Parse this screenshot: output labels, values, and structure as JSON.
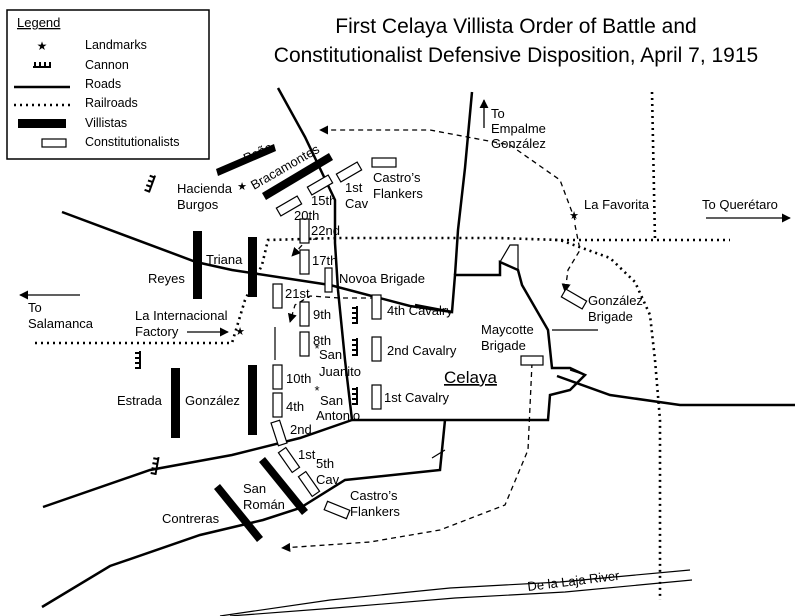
{
  "title": {
    "line1": "First Celaya Villista Order of Battle and",
    "line2": "Constitutionalist Defensive Disposition, April 7, 1915"
  },
  "legend": {
    "heading": "Legend",
    "items": [
      {
        "label": "Landmarks",
        "icon": "star-icon"
      },
      {
        "label": "Cannon",
        "icon": "cannon-icon"
      },
      {
        "label": "Roads",
        "icon": "road-line-icon"
      },
      {
        "label": "Railroads",
        "icon": "railroad-line-icon"
      },
      {
        "label": "Villistas",
        "icon": "villista-bar-icon"
      },
      {
        "label": "Constitutionalists",
        "icon": "constitutionalist-box-icon"
      }
    ]
  },
  "directions": {
    "empalme_1": "To",
    "empalme_2": "Empalme",
    "empalme_3": "González",
    "queretaro": "To Querétaro",
    "salamanca_1": "To",
    "salamanca_2": "Salamanca"
  },
  "landmarks": {
    "hacienda_1": "Hacienda",
    "hacienda_2": "Burgos",
    "favorita": "La Favorita",
    "internacional_1": "La Internacional",
    "internacional_2": "Factory",
    "juanito_1": "San",
    "juanito_2": "Juanito",
    "antonio_1": "San",
    "antonio_2": "Antonio",
    "celaya": "Celaya",
    "river": "De la Laja River"
  },
  "villistas": {
    "pena": "Peña",
    "bracamontes": "Bracamontes",
    "triana": "Triana",
    "reyes": "Reyes",
    "estrada": "Estrada",
    "gonzalez": "González",
    "san_roman_1": "San",
    "san_roman_2": "Román",
    "contreras": "Contreras"
  },
  "constitutionalists": {
    "castro_top_1": "Castro’s",
    "castro_top_2": "Flankers",
    "cav1_1": "1st",
    "cav1_2": "Cav",
    "u15": "15th",
    "u20": "20th",
    "u22": "22nd",
    "u17": "17th",
    "novoa": "Novoa Brigade",
    "u21": "21st",
    "u9": "9th",
    "u8": "8th",
    "u10": "10th",
    "u4": "4th",
    "u2": "2nd",
    "u1": "1st",
    "cav5_1": "5th",
    "cav5_2": "Cav",
    "cav4": "4th Cavalry",
    "cav2": "2nd Cavalry",
    "cav1b": "1st Cavalry",
    "maycotte_1": "Maycotte",
    "maycotte_2": "Brigade",
    "gonzalez_brig_1": "González",
    "gonzalez_brig_2": "Brigade",
    "castro_bot_1": "Castro’s",
    "castro_bot_2": "Flankers"
  }
}
